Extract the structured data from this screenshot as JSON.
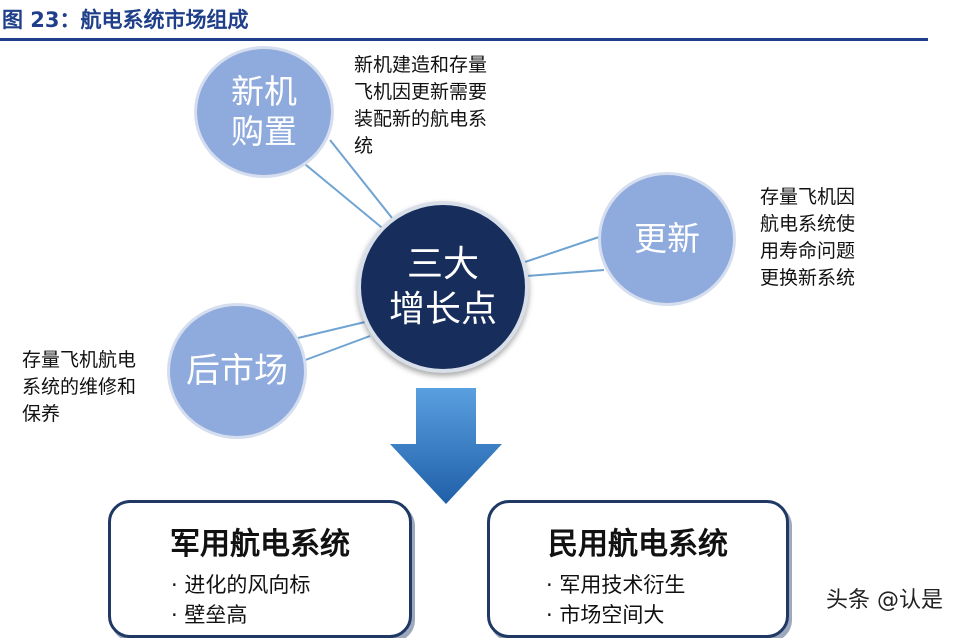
{
  "title": "图 23：航电系统市场组成",
  "hub": {
    "label": "三大\n增长点"
  },
  "bubbles": {
    "new_purchase": "新机\n购置",
    "update": "更新",
    "aftermarket": "后市场"
  },
  "notes": {
    "new_purchase": "新机建造和存量\n飞机因更新需要\n装配新的航电系\n统",
    "update": "存量飞机因\n航电系统使\n用寿命问题\n更换新系统",
    "aftermarket": "存量飞机航电\n系统的维修和\n保养"
  },
  "boxes": {
    "military": {
      "title": "军用航电系统",
      "items": [
        "· 进化的风向标",
        "· 壁垒高"
      ]
    },
    "civil": {
      "title": "民用航电系统",
      "items": [
        "· 军用技术衍生",
        "· 市场空间大"
      ]
    }
  },
  "watermark": "头条 @认是",
  "colors": {
    "title": "#1f3f8a",
    "hub": "#172e5c",
    "bubble": "#8faadc",
    "connector": "#6fa3d2",
    "arrow_top": "#4a90d9",
    "arrow_bottom": "#1f5fa8",
    "box_border": "#1f3864"
  }
}
